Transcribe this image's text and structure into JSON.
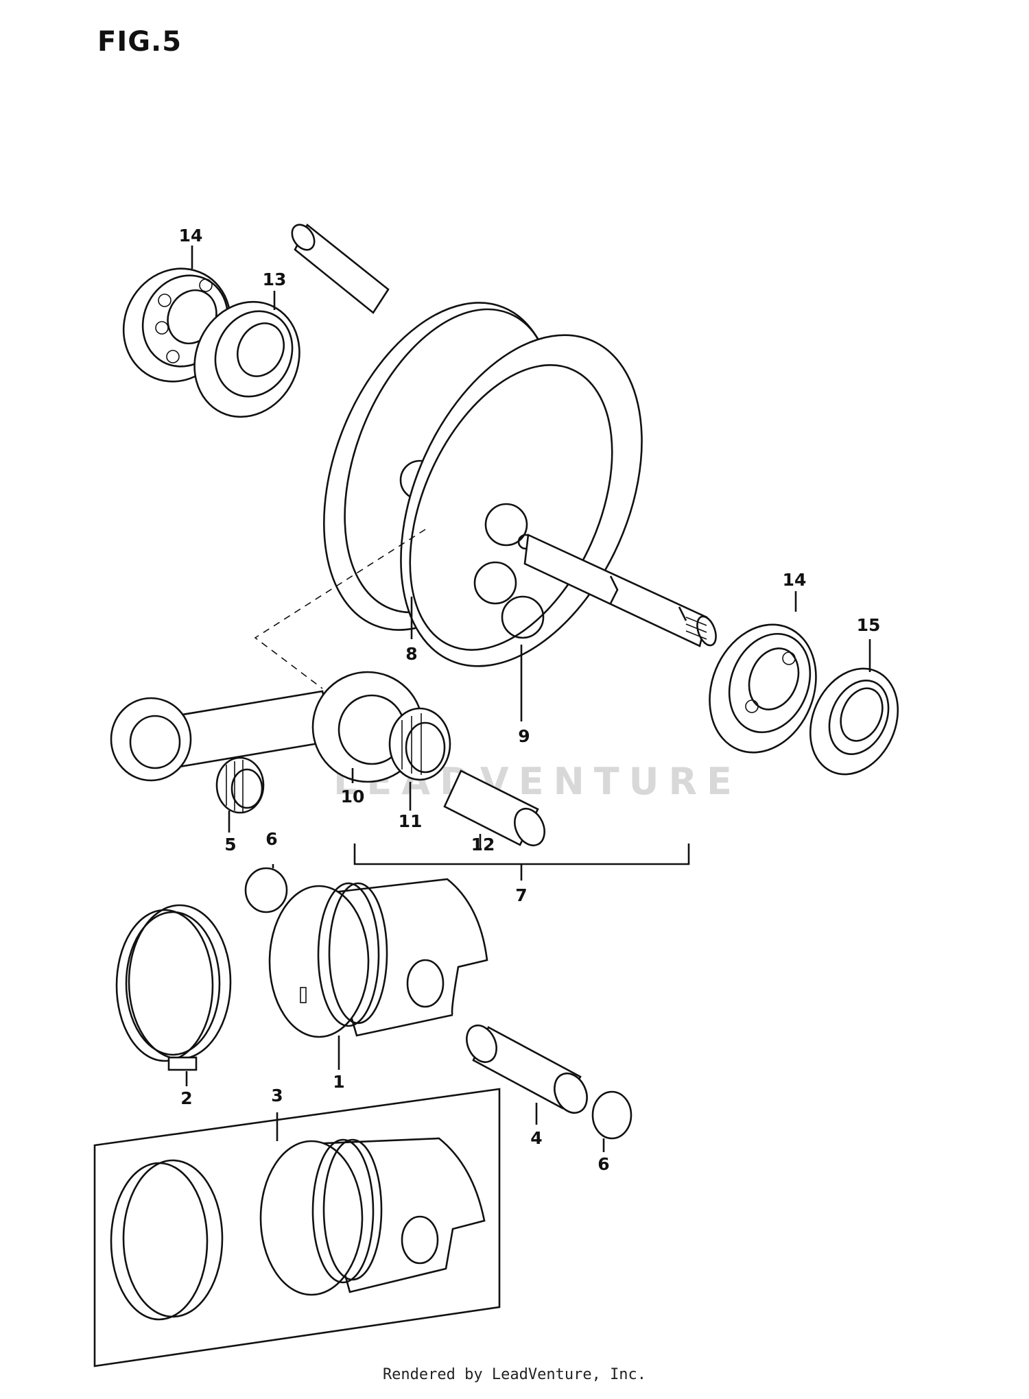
{
  "figure_title": "FIG.5",
  "watermark": "LEADVENTURE",
  "footer": "Rendered by LeadVenture, Inc.",
  "callouts": {
    "p14a": "14",
    "p13": "13",
    "p8": "8",
    "p9": "9",
    "p14b": "14",
    "p15": "15",
    "p10": "10",
    "p11": "11",
    "p12": "12",
    "p5": "5",
    "p6a": "6",
    "p7": "7",
    "p2": "2",
    "p1": "1",
    "p3": "3",
    "p4": "4",
    "p6b": "6"
  }
}
